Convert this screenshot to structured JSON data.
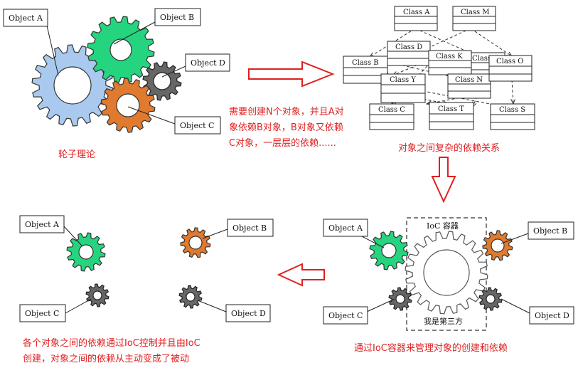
{
  "colors": {
    "red": "#e02020",
    "blue": "#a9c9ef",
    "green": "#25d47e",
    "gray": "#666666",
    "orange": "#e07a2e"
  },
  "objects": {
    "a": "Object A",
    "b": "Object B",
    "c": "Object C",
    "d": "Object D"
  },
  "classes": {
    "a": "Class A",
    "m": "Class M",
    "d": "Class D",
    "k": "Class K",
    "e": "Class E",
    "b": "Class B",
    "o": "Class O",
    "y": "Class Y",
    "n": "Class N",
    "c": "Class C",
    "t": "Class T",
    "s": "Class S"
  },
  "captions": {
    "gear_theory": "轮子理论",
    "problem_line1": "需要创建N个对象，并且A对",
    "problem_line2": "象依赖B对象，B对象又依赖",
    "problem_line3": "C对象，一层层的依赖......",
    "complex": "对象之间复杂的依赖关系",
    "ioc_managed": "通过IoC容器来管理对象的创建和依赖",
    "result_line1": "各个对象之间的依赖通过IoC控制并且由IoC",
    "result_line2": "创建，对象之间的依赖从主动变成了被动"
  },
  "ioc": {
    "title": "IoC 容器",
    "third_party": "我是第三方"
  }
}
